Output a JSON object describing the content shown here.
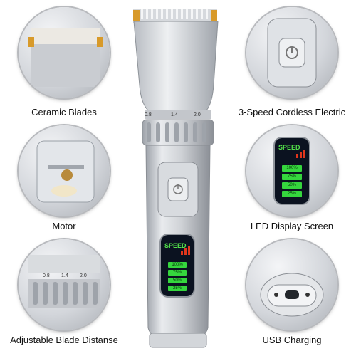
{
  "features": {
    "ceramic_blades": "Ceramic Blades",
    "speed_electric": "3-Speed Cordless Electric",
    "motor": "Motor",
    "led_display": "LED Display Screen",
    "adjustable_blade": "Adjustable Blade Distanse",
    "usb_charging": "USB Charging"
  },
  "trimmer": {
    "scale": [
      "0.8",
      "1.4",
      "2.0"
    ],
    "led": {
      "title": "SPEED",
      "levels": [
        "100%",
        "75%",
        "50%",
        "25%"
      ]
    }
  },
  "colors": {
    "led_green": "#35d63d",
    "led_red": "#e0361c",
    "blade_gold": "#d89a2a",
    "body_silver": "#c9ccd1"
  }
}
